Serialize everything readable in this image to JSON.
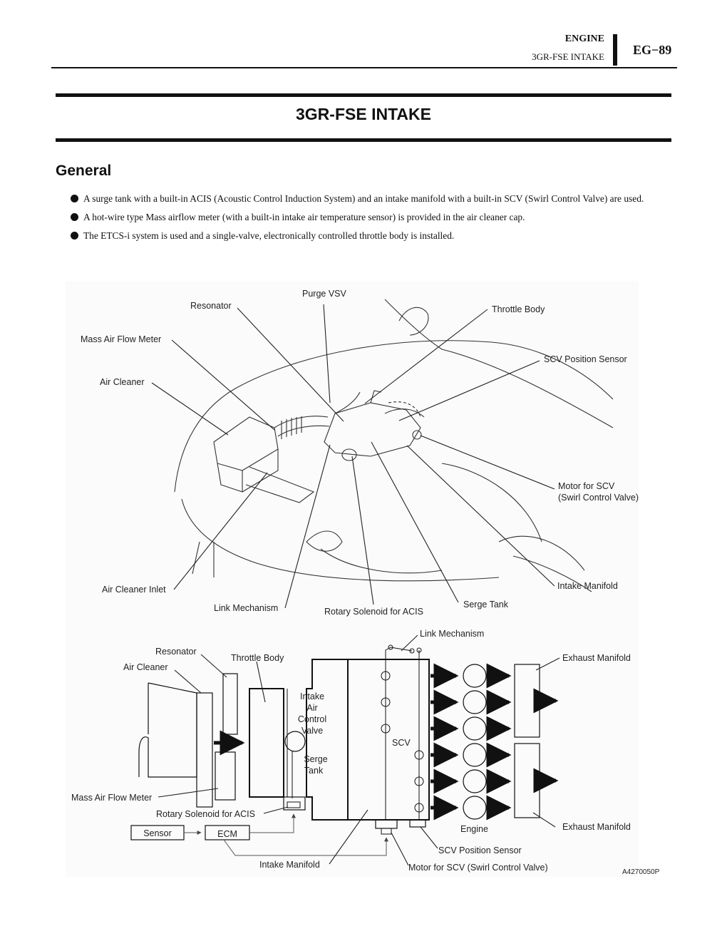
{
  "header": {
    "section": "ENGINE",
    "subsection": "3GR-FSE INTAKE",
    "page": "EG−89"
  },
  "title": "3GR-FSE INTAKE",
  "section_heading": "General",
  "bullets": [
    "A surge tank with a built-in ACIS (Acoustic Control Induction System) and an intake manifold with a built-in SCV (Swirl Control Valve) are used.",
    "A hot-wire type Mass airflow meter (with a built-in intake air temperature sensor) is provided in the air cleaner cap.",
    "The ETCS-i system is used and a single-valve, electronically controlled throttle body is installed."
  ],
  "figure_top_labels": {
    "purge_vsv": "Purge VSV",
    "resonator": "Resonator",
    "throttle_body": "Throttle Body",
    "mass_air_flow_meter": "Mass Air Flow Meter",
    "scv_position_sensor": "SCV Position Sensor",
    "air_cleaner": "Air Cleaner",
    "motor_for_scv_1": "Motor for SCV",
    "motor_for_scv_2": "(Swirl Control Valve)",
    "air_cleaner_inlet": "Air Cleaner Inlet",
    "intake_manifold": "Intake Manifold",
    "link_mechanism": "Link Mechanism",
    "rotary_solenoid": "Rotary Solenoid for ACIS",
    "serge_tank": "Serge Tank"
  },
  "figure_diagram_labels": {
    "link_mechanism": "Link Mechanism",
    "resonator": "Resonator",
    "throttle_body": "Throttle Body",
    "exhaust_manifold_top": "Exhaust Manifold",
    "air_cleaner": "Air Cleaner",
    "iacv_1": "Intake",
    "iacv_2": "Air",
    "iacv_3": "Control",
    "iacv_4": "Valve",
    "scv": "SCV",
    "serge_1": "Serge",
    "serge_2": "Tank",
    "mass_air_flow_meter": "Mass Air Flow Meter",
    "rotary_solenoid": "Rotary Solenoid for ACIS",
    "sensor": "Sensor",
    "ecm": "ECM",
    "engine": "Engine",
    "exhaust_manifold_bottom": "Exhaust Manifold",
    "scv_position_sensor": "SCV Position Sensor",
    "intake_manifold": "Intake Manifold",
    "motor_for_scv": "Motor for SCV (Swirl Control Valve)",
    "figure_code": "A4270050P"
  }
}
